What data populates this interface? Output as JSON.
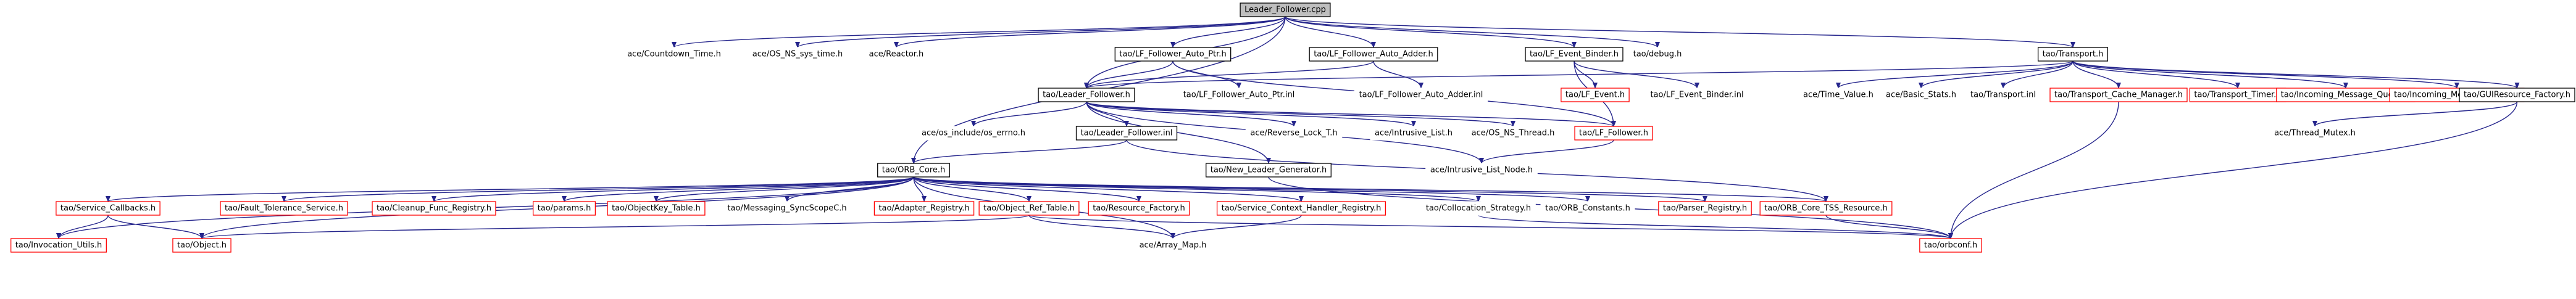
{
  "colors": {
    "edge": "#25258c",
    "root_fill": "#bfbfbf",
    "root_border": "#000000",
    "leaf_border": "#ff0000",
    "internal_border": "#000000",
    "node_fill": "#ffffff"
  },
  "nodes": [
    {
      "id": "n0",
      "label": "Leader_Follower.cpp",
      "kind": "root"
    },
    {
      "id": "n1",
      "label": "ace/Countdown_Time.h",
      "kind": "plain"
    },
    {
      "id": "n2",
      "label": "ace/OS_NS_sys_time.h",
      "kind": "plain"
    },
    {
      "id": "n3",
      "label": "ace/Reactor.h",
      "kind": "plain"
    },
    {
      "id": "n4",
      "label": "tao/LF_Follower_Auto_Ptr.h",
      "kind": "internal"
    },
    {
      "id": "n5",
      "label": "tao/LF_Follower_Auto_Adder.h",
      "kind": "internal"
    },
    {
      "id": "n6",
      "label": "tao/LF_Event_Binder.h",
      "kind": "internal"
    },
    {
      "id": "n7",
      "label": "tao/debug.h",
      "kind": "plain"
    },
    {
      "id": "n8",
      "label": "tao/Transport.h",
      "kind": "internal"
    },
    {
      "id": "n9",
      "label": "tao/Leader_Follower.h",
      "kind": "internal"
    },
    {
      "id": "n10",
      "label": "tao/LF_Follower_Auto_Ptr.inl",
      "kind": "plain"
    },
    {
      "id": "n11",
      "label": "tao/LF_Follower_Auto_Adder.inl",
      "kind": "plain"
    },
    {
      "id": "n12",
      "label": "tao/LF_Event.h",
      "kind": "leaf"
    },
    {
      "id": "n13",
      "label": "tao/LF_Event_Binder.inl",
      "kind": "plain"
    },
    {
      "id": "n14",
      "label": "ace/Time_Value.h",
      "kind": "plain"
    },
    {
      "id": "n15",
      "label": "ace/Basic_Stats.h",
      "kind": "plain"
    },
    {
      "id": "n16",
      "label": "tao/Transport.inl",
      "kind": "plain"
    },
    {
      "id": "n17",
      "label": "tao/Transport_Cache_Manager.h",
      "kind": "leaf"
    },
    {
      "id": "n18",
      "label": "tao/Transport_Timer.h",
      "kind": "leaf"
    },
    {
      "id": "n19",
      "label": "tao/Incoming_Message_Queue.h",
      "kind": "leaf"
    },
    {
      "id": "n20",
      "label": "tao/Incoming_Message_Stack.h",
      "kind": "leaf"
    },
    {
      "id": "n21",
      "label": "tao/GUIResource_Factory.h",
      "kind": "internal"
    },
    {
      "id": "n22",
      "label": "ace/os_include/os_errno.h",
      "kind": "plain"
    },
    {
      "id": "n23",
      "label": "tao/Leader_Follower.inl",
      "kind": "internal"
    },
    {
      "id": "n24",
      "label": "ace/Reverse_Lock_T.h",
      "kind": "plain"
    },
    {
      "id": "n25",
      "label": "ace/Intrusive_List.h",
      "kind": "plain"
    },
    {
      "id": "n26",
      "label": "ace/OS_NS_Thread.h",
      "kind": "plain"
    },
    {
      "id": "n27",
      "label": "tao/LF_Follower.h",
      "kind": "leaf"
    },
    {
      "id": "n28",
      "label": "ace/Thread_Mutex.h",
      "kind": "plain"
    },
    {
      "id": "n29",
      "label": "tao/ORB_Core.h",
      "kind": "internal"
    },
    {
      "id": "n30",
      "label": "tao/New_Leader_Generator.h",
      "kind": "internal"
    },
    {
      "id": "n31",
      "label": "ace/Intrusive_List_Node.h",
      "kind": "plain"
    },
    {
      "id": "n32",
      "label": "tao/Service_Callbacks.h",
      "kind": "leaf"
    },
    {
      "id": "n33",
      "label": "tao/Fault_Tolerance_Service.h",
      "kind": "leaf"
    },
    {
      "id": "n34",
      "label": "tao/Cleanup_Func_Registry.h",
      "kind": "leaf"
    },
    {
      "id": "n35",
      "label": "tao/params.h",
      "kind": "leaf"
    },
    {
      "id": "n36",
      "label": "tao/ObjectKey_Table.h",
      "kind": "leaf"
    },
    {
      "id": "n37",
      "label": "tao/Messaging_SyncScopeC.h",
      "kind": "plain"
    },
    {
      "id": "n38",
      "label": "tao/Adapter_Registry.h",
      "kind": "leaf"
    },
    {
      "id": "n39",
      "label": "tao/Object_Ref_Table.h",
      "kind": "leaf"
    },
    {
      "id": "n40",
      "label": "tao/Resource_Factory.h",
      "kind": "leaf"
    },
    {
      "id": "n41",
      "label": "tao/Service_Context_Handler_Registry.h",
      "kind": "leaf"
    },
    {
      "id": "n42",
      "label": "tao/Collocation_Strategy.h",
      "kind": "plain"
    },
    {
      "id": "n43",
      "label": "tao/ORB_Constants.h",
      "kind": "plain"
    },
    {
      "id": "n44",
      "label": "tao/Parser_Registry.h",
      "kind": "leaf"
    },
    {
      "id": "n45",
      "label": "tao/ORB_Core_TSS_Resource.h",
      "kind": "leaf"
    },
    {
      "id": "n46",
      "label": "tao/Invocation_Utils.h",
      "kind": "leaf"
    },
    {
      "id": "n47",
      "label": "tao/Object.h",
      "kind": "leaf"
    },
    {
      "id": "n48",
      "label": "ace/Array_Map.h",
      "kind": "plain"
    },
    {
      "id": "n49",
      "label": "tao/orbconf.h",
      "kind": "leaf"
    }
  ]
}
